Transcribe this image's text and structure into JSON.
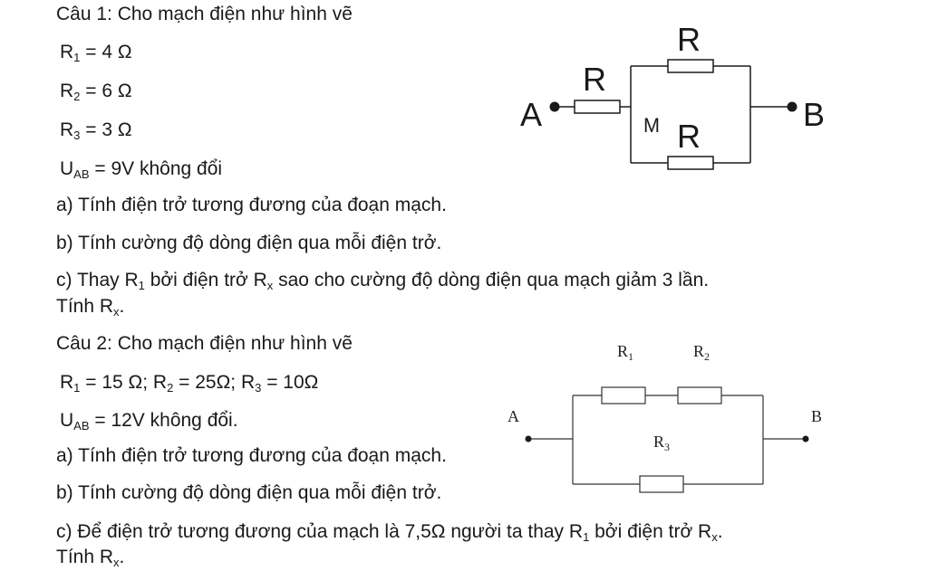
{
  "q1": {
    "title": "Câu 1: Cho mạch điện như hình vẽ",
    "r1": "R",
    "r1_sub": "1",
    "r1_val": " = 4 Ω",
    "r2": "R",
    "r2_sub": "2",
    "r2_val": " = 6 Ω",
    "r3": "R",
    "r3_sub": "3",
    "r3_val": " = 3 Ω",
    "u": "U",
    "u_sub": "AB",
    "u_val": " = 9V không đổi",
    "a": "a) Tính điện trở tương đương của đoạn mạch.",
    "b": "b) Tính cường độ dòng điện qua mỗi điện trở.",
    "c_line1_pre": "c) Thay R",
    "c_sub1": "1",
    "c_line1_mid": " bởi điện trở R",
    "c_sub2": "x",
    "c_line1_post": " sao cho cường độ dòng điện qua mạch giảm 3 lần.",
    "c_line2_pre": "Tính  R",
    "c_sub3": "x",
    "c_line2_post": ".",
    "diagram": {
      "label_a": "A",
      "label_b": "B",
      "label_r_series": "R",
      "label_r_top": "R",
      "label_r_bottom": "R",
      "label_m": "M"
    }
  },
  "q2": {
    "title": "Câu 2: Cho mạch điện như hình vẽ",
    "res_line": {
      "p1": "R",
      "s1": "1",
      "v1": " = 15 Ω; R",
      "s2": "2",
      "v2": " = 25Ω; R",
      "s3": "3",
      "v3": " =  10Ω"
    },
    "u": "U",
    "u_sub": "AB",
    "u_val": " = 12V không đổi.",
    "a": "a) Tính điện trở tương đương của đoạn mạch.",
    "b": "b) Tính cường độ dòng điện qua mỗi điện trở.",
    "c_line1_pre": "c) Để điện trở tương đương của mạch là 7,5Ω người ta thay R",
    "c_sub1": "1",
    "c_line1_mid": " bởi điện trở R",
    "c_sub2": "x",
    "c_line1_post": ".",
    "c_line2_pre": "Tính R",
    "c_sub3": "x",
    "c_line2_post": ".",
    "diagram": {
      "label_a": "A",
      "label_b": "B",
      "label_r1": "R",
      "label_r1_sub": "1",
      "label_r2": "R",
      "label_r2_sub": "2",
      "label_r3": "R",
      "label_r3_sub": "3"
    }
  }
}
